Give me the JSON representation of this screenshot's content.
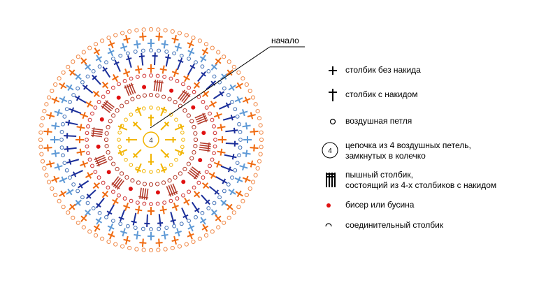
{
  "start_label": "начало",
  "center_ring_count": "4",
  "colors": {
    "yellow": "#f2b400",
    "red": "#cc2b2b",
    "darkred": "#b33a2a",
    "orange": "#ef6a10",
    "navy": "#1b2f9a",
    "blue": "#3f6fb6",
    "lightblue": "#5f9ad6",
    "peach": "#f08a4a",
    "bead": "#e01010"
  },
  "legend": [
    {
      "icon": "sc-symbol-icon",
      "text": "столбик без накида"
    },
    {
      "icon": "dc-symbol-icon",
      "text": "столбик с накидом"
    },
    {
      "icon": "chain-stitch-icon",
      "text": "воздушная петля"
    },
    {
      "icon": "ring-chain-icon",
      "text": "цепочка из 4 воздушных петель,",
      "text2": "замкнутых в колечко"
    },
    {
      "icon": "puff-stitch-icon",
      "text": "пышный столбик,",
      "text2": "состоящий из 4-х столбиков с накидом"
    },
    {
      "icon": "bead-icon",
      "text": "бисер или бусина"
    },
    {
      "icon": "slip-stitch-icon",
      "text": "соединительный столбик"
    }
  ]
}
